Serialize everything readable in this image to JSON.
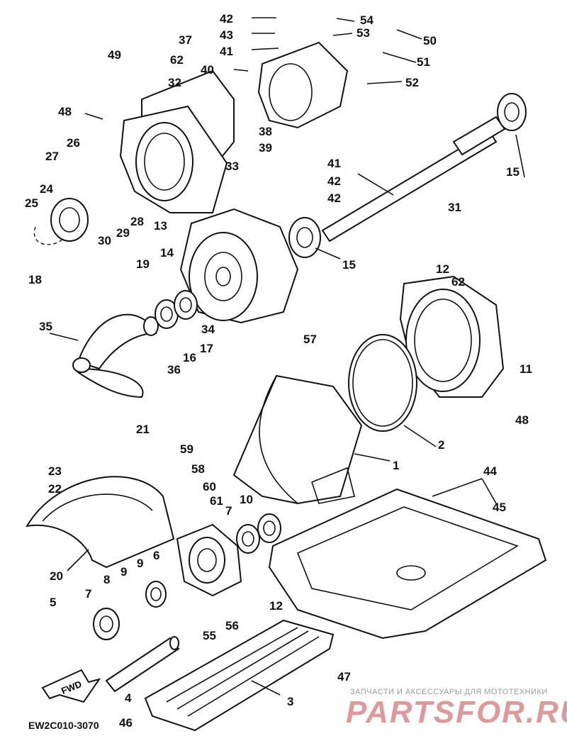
{
  "diagram": {
    "code": "EW2C010-3070",
    "direction_label": "FWD",
    "part_numbers": [
      "42",
      "54",
      "43",
      "53",
      "50",
      "37",
      "41",
      "51",
      "49",
      "62",
      "40",
      "52",
      "32",
      "48",
      "38",
      "39",
      "33",
      "26",
      "27",
      "41",
      "42",
      "42",
      "24",
      "28",
      "31",
      "25",
      "29",
      "30",
      "15",
      "13",
      "14",
      "12",
      "19",
      "15",
      "18",
      "62",
      "35",
      "34",
      "16",
      "17",
      "36",
      "57",
      "11",
      "48",
      "2",
      "21",
      "59",
      "1",
      "44",
      "23",
      "58",
      "60",
      "45",
      "22",
      "10",
      "61",
      "7",
      "20",
      "6",
      "9",
      "8",
      "9",
      "7",
      "12",
      "5",
      "55",
      "56",
      "47",
      "4",
      "3",
      "46"
    ]
  },
  "watermark": {
    "caption": "ЗАПЧАСТИ И АКСЕССУАРЫ ДЛЯ МОТОТЕХНИКИ",
    "logo": "PARTSFOR.RU"
  }
}
